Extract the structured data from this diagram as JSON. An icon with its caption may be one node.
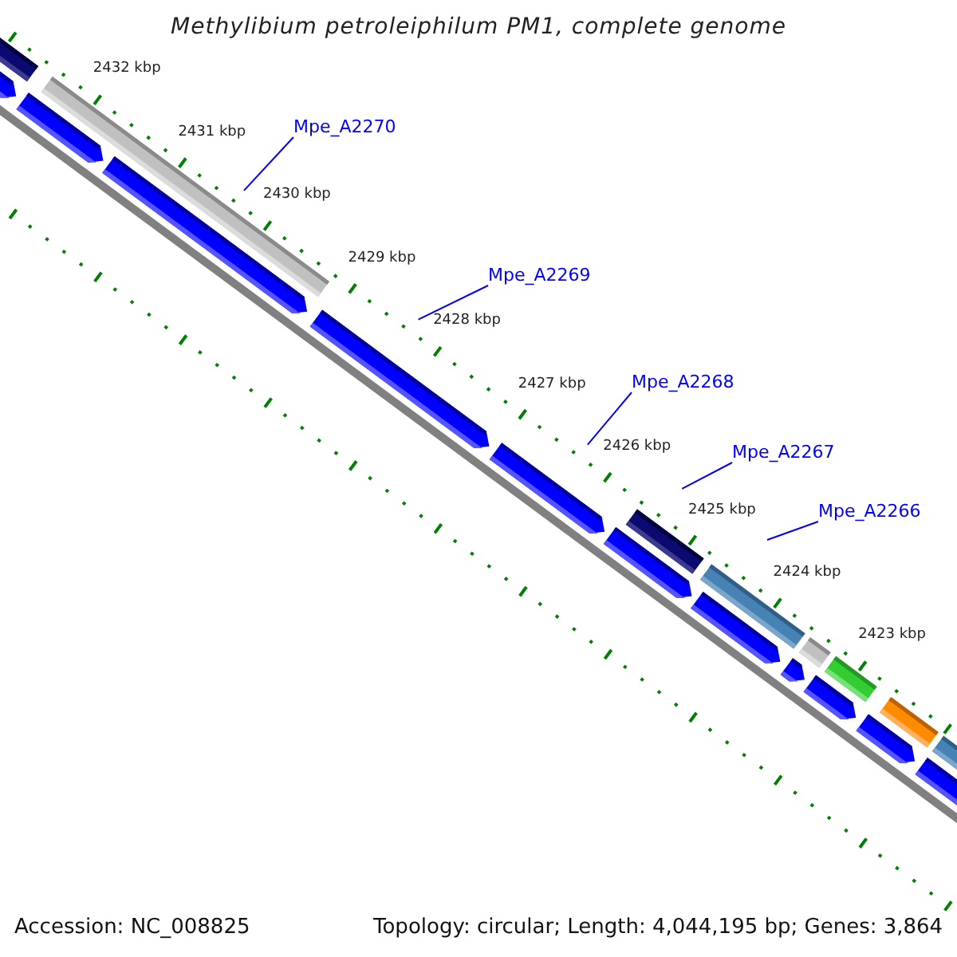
{
  "diagram": {
    "title": "Methylibium petroleiphilum PM1, complete genome",
    "nodes": [
      {
        "text": [
          "Mpe_A2270"
        ]
      },
      {
        "text": [
          "Mpe_A2269"
        ]
      },
      {
        "text": [
          "Mpe_A2268"
        ]
      },
      {
        "text": [
          "Mpe_A2267"
        ]
      },
      {
        "text": [
          "Mpe_A2266"
        ]
      }
    ],
    "edges": [
      {
        "from": 0,
        "to": null,
        "arrow": "none"
      },
      {
        "from": 1,
        "to": null,
        "arrow": "none"
      },
      {
        "from": 2,
        "to": null,
        "arrow": "none"
      },
      {
        "from": 3,
        "to": null,
        "arrow": "none"
      },
      {
        "from": 4,
        "to": null,
        "arrow": "none"
      }
    ],
    "labels": [
      "2432 kbp",
      "2431 kbp",
      "2430 kbp",
      "2429 kbp",
      "2428 kbp",
      "2427 kbp",
      "2426 kbp",
      "2425 kbp",
      "2424 kbp",
      "2423 kbp",
      "Accession: NC_008825",
      "Topology: circular; Length: 4,044,195 bp; Genes: 3,864"
    ]
  }
}
